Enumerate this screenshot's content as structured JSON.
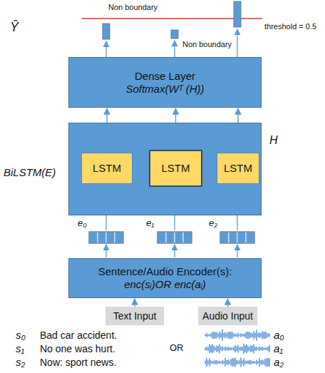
{
  "diagram": {
    "nodes": [
      {
        "text": [
          "Dense Layer",
          "Softmax(Wᵀ (H))"
        ]
      },
      {
        "text": [
          "BiLSTM(E)"
        ]
      },
      {
        "text": [
          "LSTM"
        ],
        "in": 1
      },
      {
        "text": [
          "LSTM"
        ],
        "in": 1
      },
      {
        "text": [
          "LSTM"
        ],
        "in": 1
      },
      {
        "text": [
          "Sentence/Audio Encoder(s):",
          "enc(sᵢ)OR enc(aᵢ)"
        ]
      },
      {
        "text": [
          "Text Input"
        ]
      },
      {
        "text": [
          "Audio Input"
        ]
      }
    ],
    "edges": [
      {
        "from": 2,
        "to": 0,
        "arrow": "to"
      },
      {
        "from": 3,
        "to": 0,
        "arrow": "to"
      },
      {
        "from": 4,
        "to": 0,
        "arrow": "to"
      },
      {
        "from": 2,
        "to": 3,
        "arrow": "both"
      },
      {
        "from": 3,
        "to": 4,
        "arrow": "both"
      },
      {
        "from": 6,
        "to": 5,
        "arrow": "to"
      },
      {
        "from": 7,
        "to": 5,
        "arrow": "to"
      }
    ],
    "labels": [
      "Ŷ",
      "Non boundary",
      "Non boundary",
      "threshold = 0.5",
      "H",
      "e₀",
      "e₁",
      "e₂",
      "s₀",
      "Bad car accident.",
      "s₁",
      "No one was hurt.",
      "s₂",
      "Now: sport news.",
      "OR",
      "a₀",
      "a₁",
      "a₂"
    ]
  }
}
